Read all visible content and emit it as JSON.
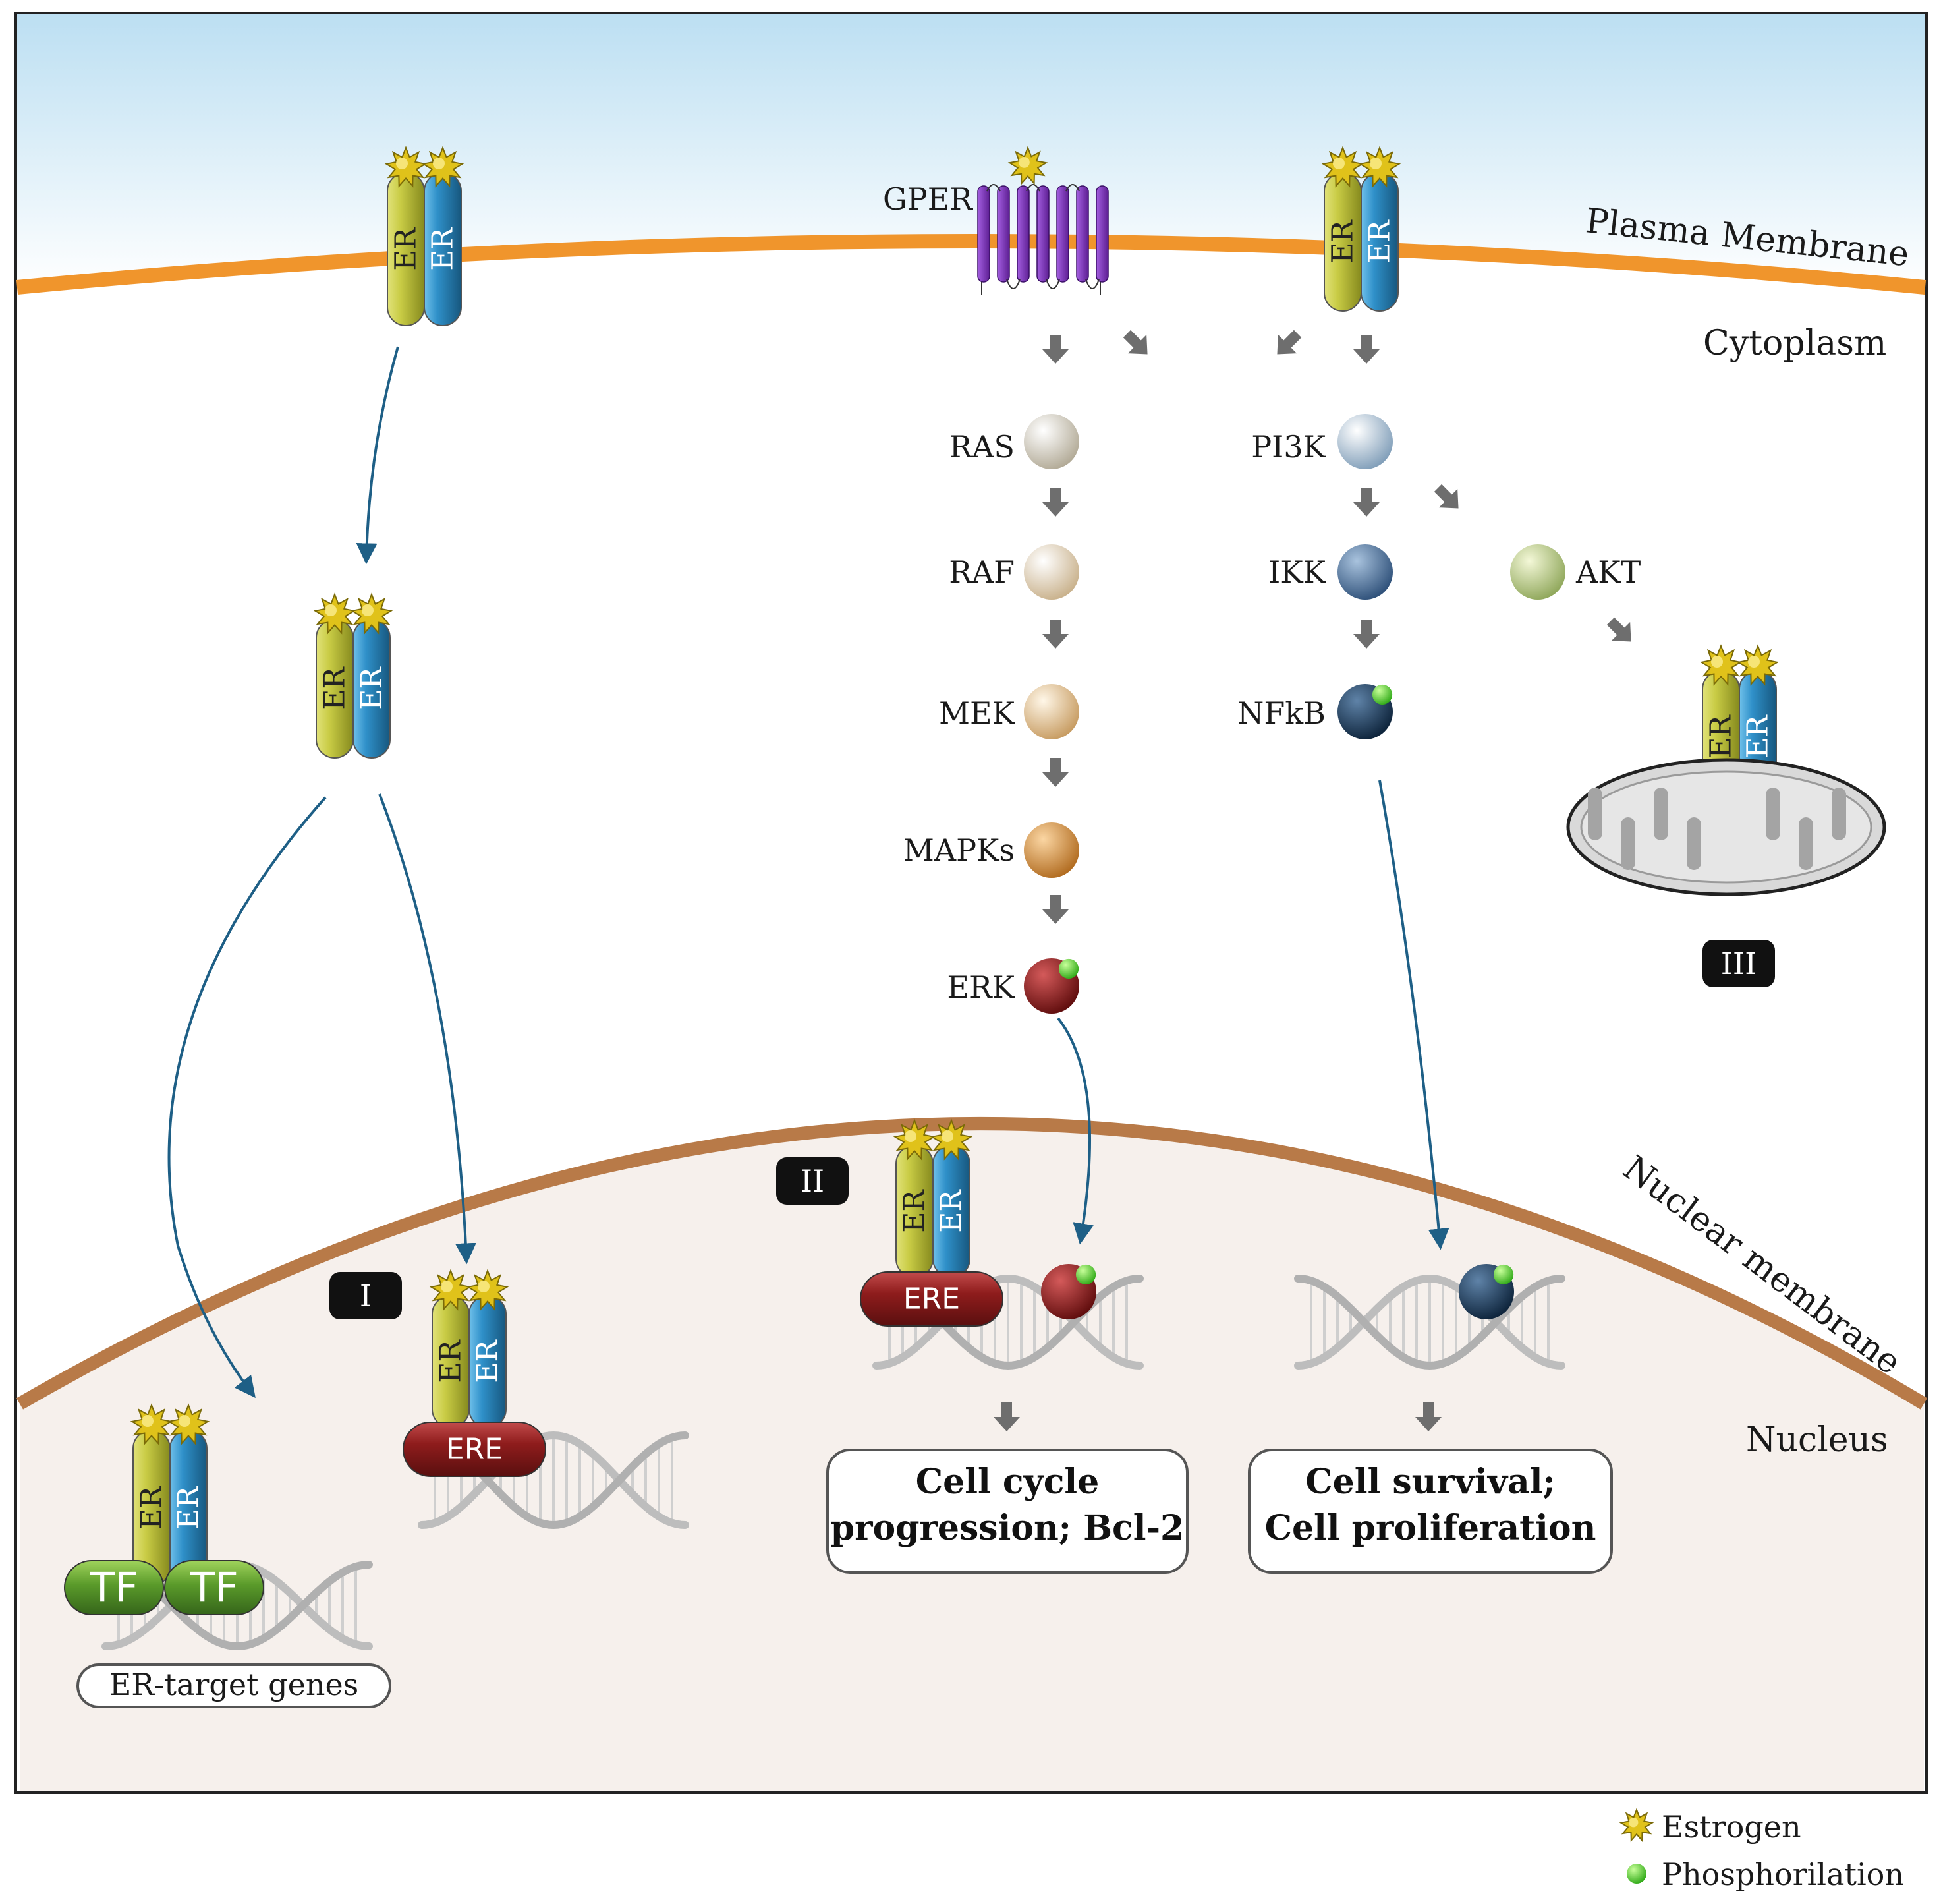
{
  "regions": {
    "plasma_membrane": "Plasma Membrane",
    "cytoplasm": "Cytoplasm",
    "nuclear_membrane": "Nuclear membrane",
    "nucleus": "Nucleus"
  },
  "receptor_label": "ER",
  "gper_label": "GPER",
  "ere_label": "ERE",
  "tf_label": "TF",
  "mapk_pathway": [
    "RAS",
    "RAF",
    "MEK",
    "MAPKs",
    "ERK"
  ],
  "pi3k_pathway": [
    "PI3K",
    "IKK",
    "NFkB"
  ],
  "akt_label": "AKT",
  "pathway_numerals": {
    "one": "I",
    "two": "II",
    "three": "III"
  },
  "outcomes": {
    "er_target": "ER-target genes",
    "cell_cycle_line1": "Cell cycle",
    "cell_cycle_line2": "progression; Bcl-2",
    "survival_line1": "Cell survival;",
    "survival_line2": "Cell proliferation"
  },
  "legend": {
    "estrogen": "Estrogen",
    "phospho": "Phosphorilation"
  },
  "colors": {
    "er_yellow": "#b9bd3c",
    "er_blue": "#2f86bf",
    "membrane_orange": "#f0952c",
    "nuclear_brown": "#b87a48",
    "gper_purple": "#7a2fb5",
    "ere_red": "#8e1c1c",
    "tf_green": "#5a9a2a",
    "arrow_teal": "#1e5f86",
    "phospho_green": "#4bd12b",
    "estrogen_gold": "#e0c21a"
  }
}
